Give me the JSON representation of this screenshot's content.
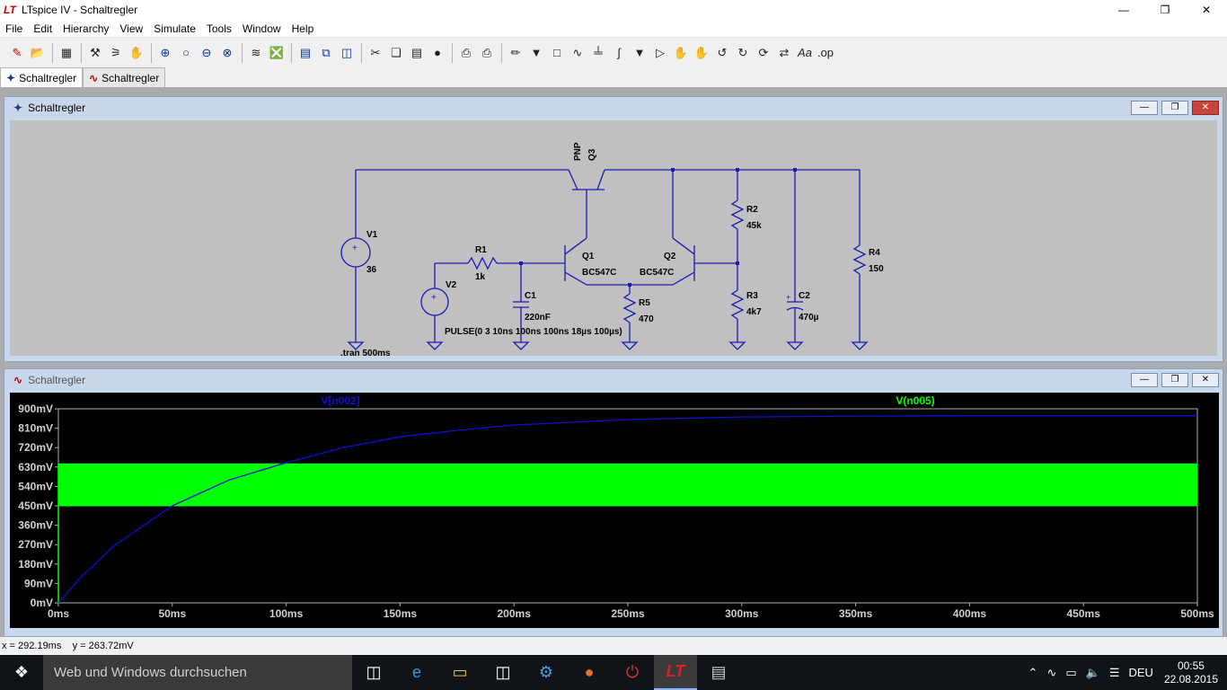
{
  "window": {
    "title": "LTspice IV - Schaltregler",
    "app_icon": "LT"
  },
  "menubar": [
    "File",
    "Edit",
    "Hierarchy",
    "View",
    "Simulate",
    "Tools",
    "Window",
    "Help"
  ],
  "toolbar_icons": [
    "new-schematic-icon",
    "open-icon",
    "save-icon",
    "control-panel-icon",
    "run-icon",
    "halt-icon",
    "zoom-in-icon",
    "pan-icon",
    "zoom-out-icon",
    "zoom-full-icon",
    "autorange-icon",
    "delete-all-traces-icon",
    "tile-horizontal-icon",
    "cascade-icon",
    "tile-vertical-icon",
    "cut-icon",
    "copy-icon",
    "paste-icon",
    "find-icon",
    "print-setup-icon",
    "print-icon",
    "draw-wire-icon",
    "ground-icon",
    "label-net-icon",
    "resistor-icon",
    "capacitor-icon",
    "inductor-icon",
    "diode-icon",
    "component-icon",
    "move-icon",
    "drag-icon",
    "undo-icon",
    "redo-icon",
    "rotate-icon",
    "mirror-icon",
    "text-icon",
    "spice-directive-icon"
  ],
  "tabs": [
    "Schaltregler",
    "Schaltregler"
  ],
  "schematic": {
    "title": "Schaltregler",
    "labels": {
      "q3_type": "PNP",
      "q3_name": "Q3",
      "v1_name": "V1",
      "v1_value": "36",
      "r1_name": "R1",
      "r1_value": "1k",
      "v2_name": "V2",
      "c1_name": "C1",
      "c1_value": "220nF",
      "q1_name": "Q1",
      "q1_model": "BC547C",
      "q2_name": "Q2",
      "q2_model": "BC547C",
      "r5_name": "R5",
      "r5_value": "470",
      "r2_name": "R2",
      "r2_value": "45k",
      "r3_name": "R3",
      "r3_value": "4k7",
      "c2_name": "C2",
      "c2_value": "470µ",
      "r4_name": "R4",
      "r4_value": "150",
      "pulse": "PULSE(0 3 10ns 100ns 100ns 18µs 100µs)",
      "tran": ".tran 500ms"
    }
  },
  "waveform": {
    "title": "Schaltregler",
    "traces": [
      {
        "name": "V[n002]",
        "color": "#1010d0"
      },
      {
        "name": "V(n005)",
        "color": "#00ff00"
      }
    ]
  },
  "chart_data": {
    "type": "line",
    "xlabel": "",
    "ylabel": "",
    "xlim": [
      0,
      500
    ],
    "ylim": [
      0,
      900
    ],
    "x_ticks": [
      "0ms",
      "50ms",
      "100ms",
      "150ms",
      "200ms",
      "250ms",
      "300ms",
      "350ms",
      "400ms",
      "450ms",
      "500ms"
    ],
    "y_ticks": [
      "0mV",
      "90mV",
      "180mV",
      "270mV",
      "360mV",
      "450mV",
      "540mV",
      "630mV",
      "720mV",
      "810mV",
      "900mV"
    ],
    "grid": false,
    "series": [
      {
        "name": "V[n002]",
        "color": "#1010d0",
        "x": [
          0,
          10,
          25,
          50,
          75,
          100,
          125,
          150,
          175,
          200,
          250,
          300,
          350,
          400,
          450,
          500
        ],
        "y": [
          0,
          120,
          270,
          450,
          570,
          650,
          720,
          770,
          800,
          825,
          850,
          862,
          866,
          868,
          868,
          868
        ]
      },
      {
        "name": "V(n005)",
        "color": "#00ff00",
        "x": [
          0,
          500
        ],
        "y_min": [
          450,
          450
        ],
        "y_max": [
          645,
          645
        ]
      }
    ]
  },
  "statusbar": {
    "x_readout": "x = 292.19ms",
    "y_readout": "y = 263.72mV"
  },
  "taskbar": {
    "search_placeholder": "Web und Windows durchsuchen",
    "language": "DEU",
    "time": "00:55",
    "date": "22.08.2015"
  }
}
